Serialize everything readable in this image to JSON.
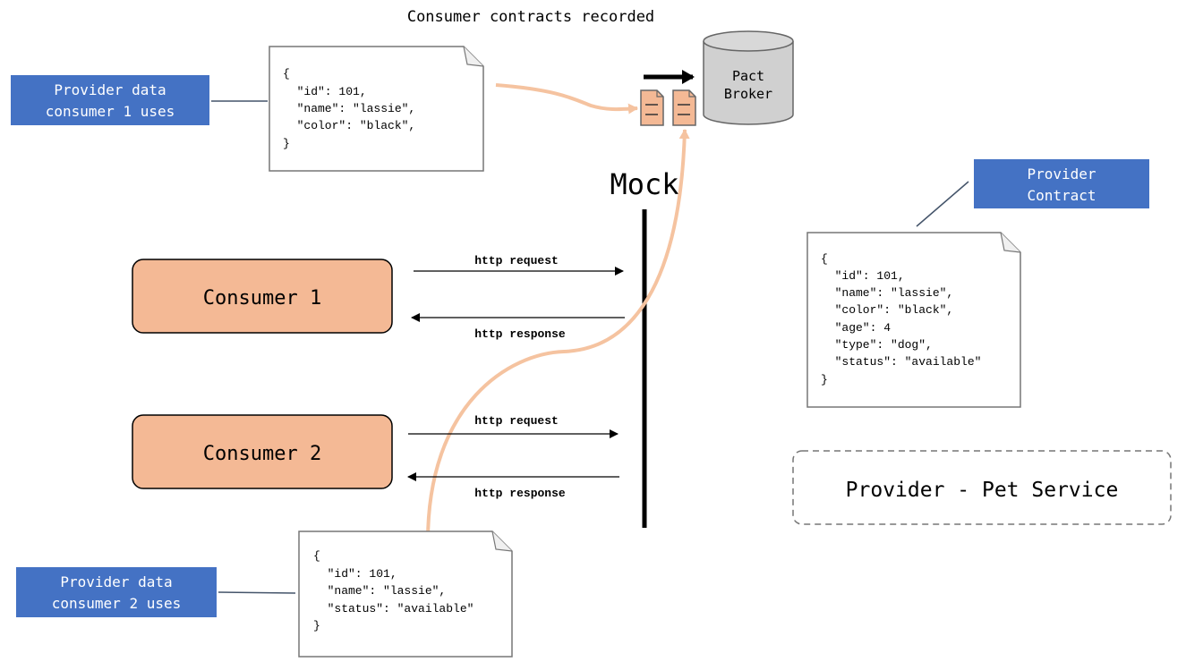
{
  "title": "Consumer contracts recorded",
  "broker": {
    "line1": "Pact",
    "line2": "Broker"
  },
  "mock_label": "Mock",
  "labels": {
    "consumer1_data": {
      "line1": "Provider data",
      "line2": "consumer 1 uses"
    },
    "consumer2_data": {
      "line1": "Provider data",
      "line2": "consumer 2 uses"
    },
    "provider_contract": {
      "line1": "Provider",
      "line2": "Contract"
    }
  },
  "consumers": [
    {
      "name": "Consumer 1",
      "request": "http request",
      "response": "http response"
    },
    {
      "name": "Consumer 2",
      "request": "http request",
      "response": "http response"
    }
  ],
  "provider": {
    "name": "Provider - Pet Service"
  },
  "docs": {
    "consumer1": [
      "{",
      "  \"id\": 101,",
      "  \"name\": \"lassie\",",
      "  \"color\": \"black\",",
      "}"
    ],
    "consumer2": [
      "{",
      "  \"id\": 101,",
      "  \"name\": \"lassie\",",
      "  \"status\": \"available\"",
      "}"
    ],
    "provider": [
      "{",
      "  \"id\": 101,",
      "  \"name\": \"lassie\",",
      "  \"color\": \"black\",",
      "  \"age\": 4",
      "  \"type\": \"dog\",",
      "  \"status\": \"available\"",
      "}"
    ]
  },
  "colors": {
    "label_blue": "#4472c4",
    "consumer_fill": "#f4b995",
    "flow_orange": "#f5c3a0",
    "broker_gray": "#d0d0d0"
  }
}
